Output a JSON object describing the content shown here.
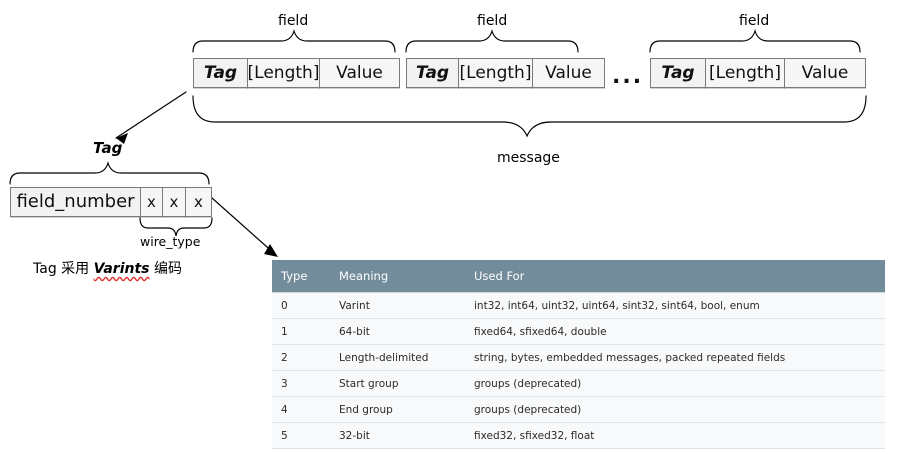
{
  "diagram": {
    "field_labels": [
      "field",
      "field",
      "field"
    ],
    "message_label": "message",
    "tag_label": "Tag",
    "wire_type_label": "wire_type",
    "ellipsis": "...",
    "fields": [
      {
        "tag": "Tag",
        "length": "[Length]",
        "value": "Value"
      },
      {
        "tag": "Tag",
        "length": "[Length]",
        "value": "Value"
      },
      {
        "tag": "Tag",
        "length": "[Length]",
        "value": "Value"
      }
    ],
    "tag_breakdown": {
      "field_number": "field_number",
      "bits": [
        "x",
        "x",
        "x"
      ]
    },
    "note": {
      "prefix": "Tag ",
      "cn_before": "采用",
      "emphasis": "Varints",
      "cn_after": "编码"
    }
  },
  "table": {
    "columns": [
      "Type",
      "Meaning",
      "Used For"
    ],
    "rows": [
      {
        "type": "0",
        "meaning": "Varint",
        "used_for": "int32, int64, uint32, uint64, sint32, sint64, bool, enum"
      },
      {
        "type": "1",
        "meaning": "64-bit",
        "used_for": "fixed64, sfixed64, double"
      },
      {
        "type": "2",
        "meaning": "Length-delimited",
        "used_for": "string, bytes, embedded messages, packed repeated fields"
      },
      {
        "type": "3",
        "meaning": "Start group",
        "used_for": "groups (deprecated)"
      },
      {
        "type": "4",
        "meaning": "End group",
        "used_for": "groups (deprecated)"
      },
      {
        "type": "5",
        "meaning": "32-bit",
        "used_for": "fixed32, sfixed32, float"
      }
    ]
  },
  "colors": {
    "table_header_bg": "#738c9b",
    "table_row_bg": "#f7f9fa",
    "cell_bg": "#f2f2f2",
    "cell_border": "#7a7a7a",
    "squiggle": "#e03030"
  }
}
